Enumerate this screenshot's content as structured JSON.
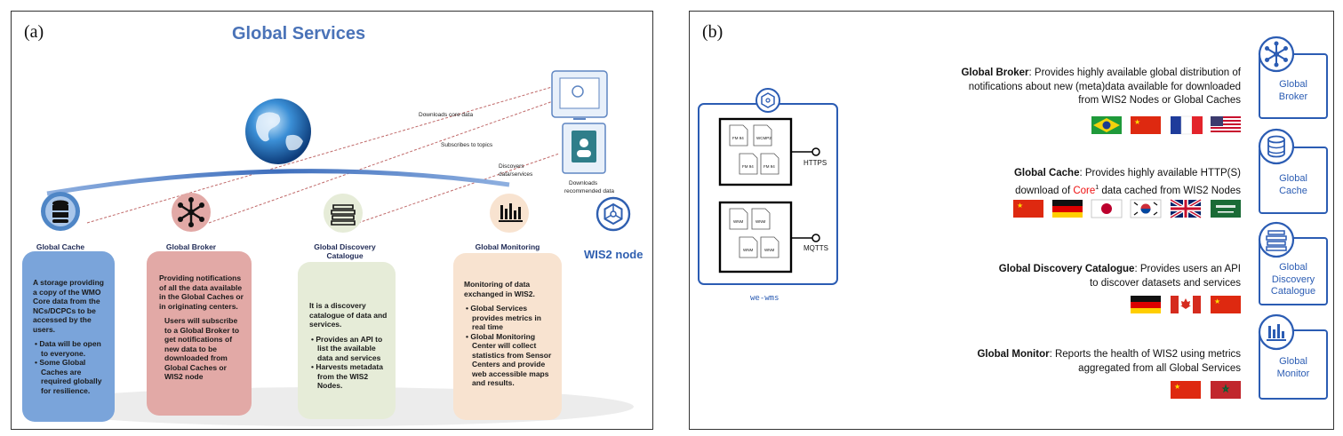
{
  "panel_a": {
    "label": "(a)",
    "title": "Global Services",
    "notes": {
      "downloads_core": "Downloads core data",
      "subscribes": "Subscribes to topics",
      "discovers_1": "Discovers",
      "discovers_2": "data/services",
      "downloads_rec_1": "Downloads",
      "downloads_rec_2": "recommended data"
    },
    "wis2_node": "WIS2 node",
    "services": [
      {
        "title": "Global Cache",
        "icon": "database-icon",
        "color": "#7aa4da",
        "paragraph": "A storage providing a copy of the WMO Core data from the NCs/DCPCs to be accessed by the users.",
        "bullets": [
          "Data will be open to everyone.",
          "Some Global Caches are required globally for resilience."
        ]
      },
      {
        "title": "Global Broker",
        "icon": "network-icon",
        "color": "#e2a9a6",
        "paragraph": "Providing notifications of all the data available in the Global Caches or in originating centers.",
        "paragraph2": "Users will subscribe to a Global Broker to get notifications of new data to be downloaded from Global Caches or WIS2 node"
      },
      {
        "title": "Global Discovery Catalogue",
        "icon": "books-icon",
        "color": "#e6ecd8",
        "paragraph": "It is a discovery catalogue of data and services.",
        "bullets": [
          "Provides an API to list the available data and services",
          "Harvests metadata from the WIS2 Nodes."
        ]
      },
      {
        "title": "Global Monitoring",
        "icon": "bar-chart-icon",
        "color": "#f8e3d0",
        "paragraph": "Monitoring of data exchanged in WIS2.",
        "bullets": [
          "Global Services provides metrics in real time",
          "Global Monitoring Center will collect statistics from Sensor Centers and provide web accessible maps and results."
        ]
      }
    ]
  },
  "panel_b": {
    "label": "(b)",
    "node_label": "we-wms",
    "https_label": "HTTPS",
    "mqtts_label": "MQTTS",
    "file_labels_top": [
      "FM 94",
      "WCMP2",
      "FM 94",
      "FM 94"
    ],
    "file_labels_bottom": [
      "WNM",
      "WNM",
      "WNM",
      "WNM"
    ],
    "descriptions": [
      {
        "name": "Global Broker",
        "lines": [
          ": Provides highly available global distribution of",
          "notifications about new (meta)data available for downloaded",
          "from WIS2 Nodes or Global Caches"
        ],
        "flags": [
          "brazil",
          "china",
          "france",
          "usa"
        ],
        "box": [
          "Global",
          "Broker"
        ],
        "box_icon": "network-icon"
      },
      {
        "name": "Global Cache",
        "lines": [
          ": Provides highly available HTTP(S)",
          "download of ",
          "Core",
          "1",
          " data cached from WIS2 Nodes"
        ],
        "flags": [
          "china",
          "germany",
          "japan",
          "south-korea",
          "uk",
          "saudi-arabia"
        ],
        "box": [
          "Global",
          "Cache"
        ],
        "box_icon": "database-icon"
      },
      {
        "name": "Global Discovery Catalogue",
        "lines": [
          ": Provides users an API",
          "to discover datasets and services"
        ],
        "flags": [
          "germany",
          "canada",
          "china"
        ],
        "box": [
          "Global",
          "Discovery",
          "Catalogue"
        ],
        "box_icon": "books-icon"
      },
      {
        "name": "Global Monitor",
        "lines": [
          ": Reports the health of WIS2 using metrics",
          "aggregated from all Global Services"
        ],
        "flags": [
          "china",
          "morocco"
        ],
        "box": [
          "Global",
          "Monitor"
        ],
        "box_icon": "bar-chart-icon"
      }
    ],
    "accent": "#2b5cb3"
  }
}
